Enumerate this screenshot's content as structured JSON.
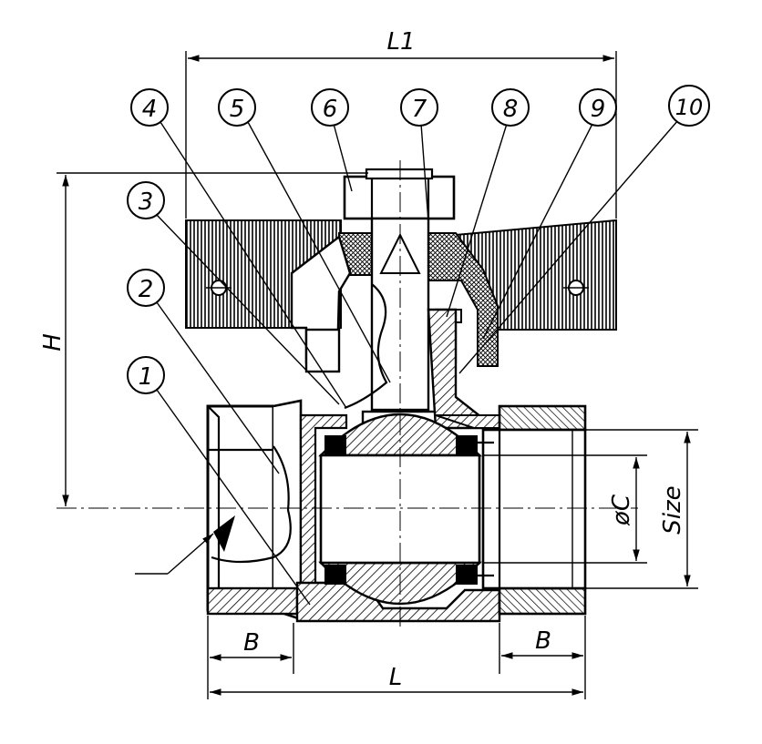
{
  "dimensions": {
    "L1": "L1",
    "H": "H",
    "B_left": "B",
    "B_right": "B",
    "L": "L",
    "phiC": "øC",
    "size": "Size"
  },
  "callouts": [
    "1",
    "2",
    "3",
    "4",
    "5",
    "6",
    "7",
    "8",
    "9",
    "10"
  ],
  "colors": {
    "line": "#000000",
    "background": "#ffffff"
  }
}
